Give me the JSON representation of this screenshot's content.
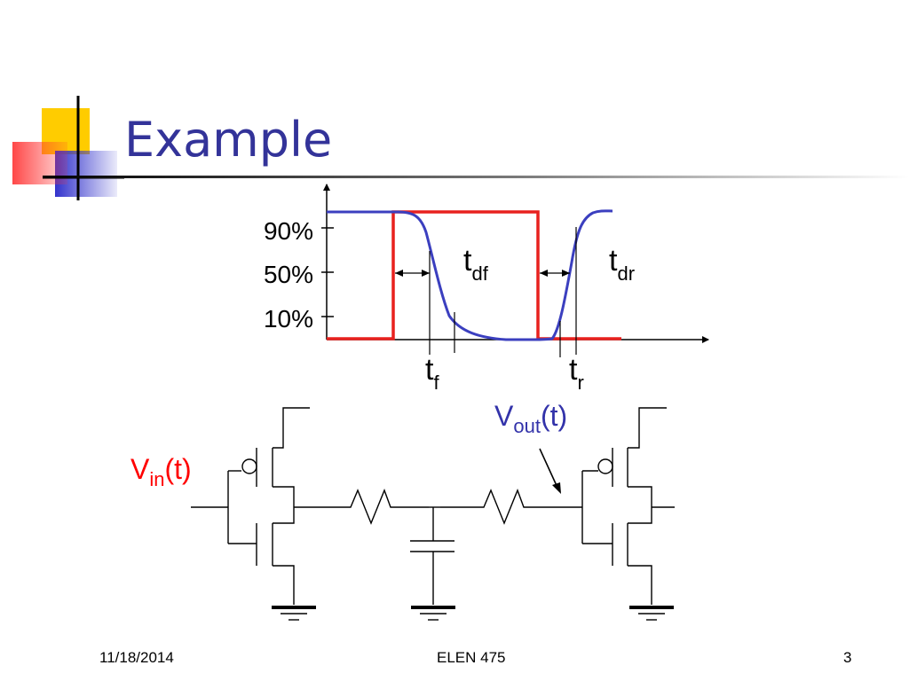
{
  "slide": {
    "title": "Example"
  },
  "waveform": {
    "y_ticks": [
      "90%",
      "50%",
      "10%"
    ],
    "delay_labels": {
      "fall_delay": {
        "base": "t",
        "sub": "df"
      },
      "rise_delay": {
        "base": "t",
        "sub": "dr"
      },
      "fall_time": {
        "base": "t",
        "sub": "f"
      },
      "rise_time": {
        "base": "t",
        "sub": "r"
      }
    },
    "input_color": "#e8211e",
    "output_color": "#3b3fbf"
  },
  "circuit": {
    "vin": {
      "base": "V",
      "sub": "in",
      "suffix": "(t)",
      "color": "#ff0000"
    },
    "vout": {
      "base": "V",
      "sub": "out",
      "suffix": "(t)",
      "color": "#3333aa"
    }
  },
  "footer": {
    "date": "11/18/2014",
    "center": "ELEN 475",
    "page": "3"
  },
  "theme": {
    "title_color": "#333399",
    "logo_yellow": "#ffcc00",
    "logo_red": "#ff3333",
    "logo_blue": "#3333cc"
  }
}
